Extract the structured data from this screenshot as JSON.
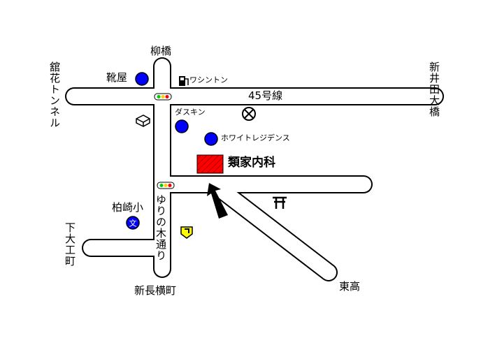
{
  "map": {
    "road_route45": "45号線",
    "bridge_top": "柳橋",
    "shinidabashi": "新井田大橋",
    "tunnel": "舘花トンネル",
    "shimodaiku": "下大工町",
    "shinnagayoko": "新長横町",
    "higashitaka": "東高",
    "yurinoki": "ゆりの木通り"
  },
  "landmarks": {
    "kutsuya": "靴屋",
    "washington": "ワシントン",
    "daskin": "ダスキン",
    "white_residence": "ホワイトレジデンス",
    "clinic": "類家内科",
    "kashiwazaki": "柏崎小",
    "school_symbol": "文"
  },
  "colors": {
    "road_fill": "#ffffff",
    "road_outline": "#000000",
    "landmark_dot": "#0000ff",
    "clinic_fill": "#ff0000",
    "arrow": "#000000",
    "signal_green": "#00cc00",
    "signal_red": "#ff0000",
    "police_yellow": "#ffff00"
  },
  "icons": [
    "traffic-signal-icon",
    "gas-station-icon",
    "post-office-icon",
    "torii-shrine-icon",
    "school-icon",
    "police-box-icon",
    "bank-icon",
    "arrow-icon"
  ]
}
